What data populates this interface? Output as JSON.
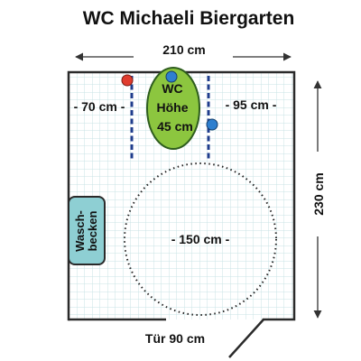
{
  "title": "WC Michaeli Biergarten",
  "dimensions": {
    "width_label": "210 cm",
    "height_label": "230 cm",
    "left_gap_label": "- 70 cm -",
    "right_gap_label": "- 95 cm -",
    "turning_circle_label": "- 150 cm -",
    "door_label": "Tür 90 cm"
  },
  "fixtures": {
    "toilet": {
      "line1": "WC",
      "line2": "Höhe",
      "line3": "45 cm"
    },
    "sink": {
      "line1": "Wasch-",
      "line2": "becken"
    }
  },
  "colors": {
    "grid_tile": "#c8e3e6",
    "wall": "#2a2a2a",
    "toilet_fill": "#8cc63f",
    "toilet_stroke": "#2e5d1e",
    "sink_fill": "#8ecfd3",
    "grab_bar": "#1f3d8c",
    "marker_red": "#e03c2e",
    "marker_blue": "#2e7fcf"
  }
}
